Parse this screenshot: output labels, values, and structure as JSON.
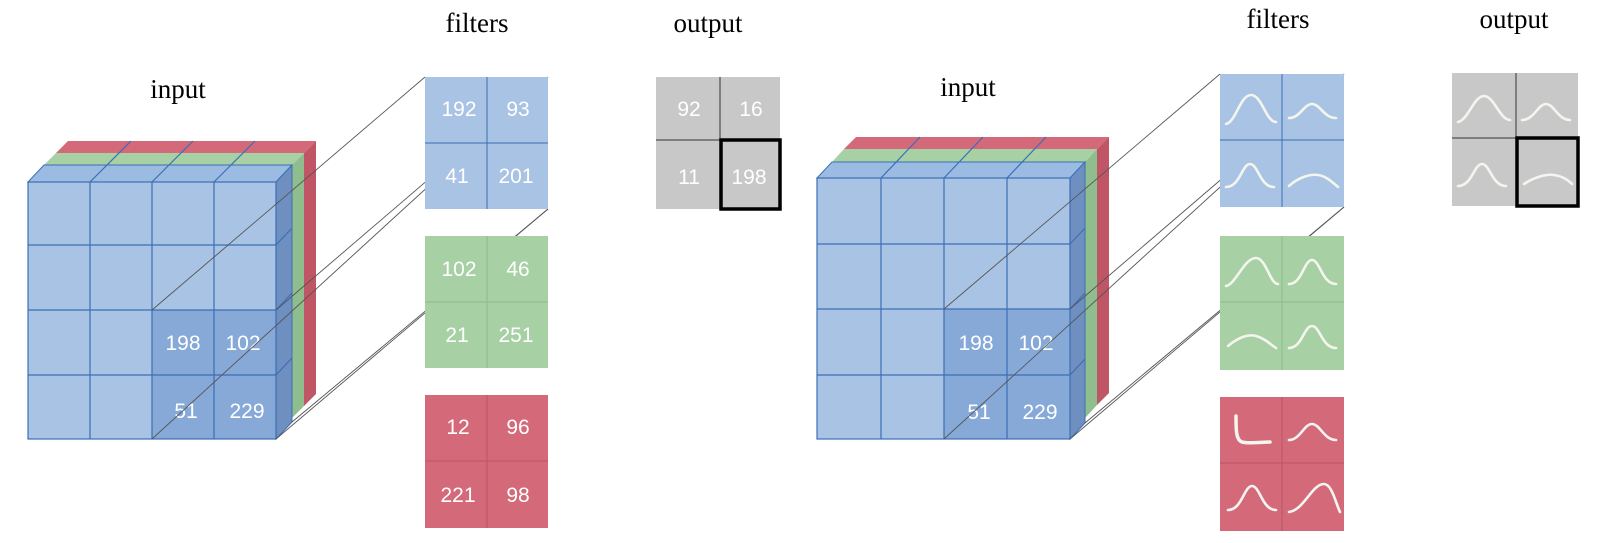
{
  "labels": {
    "input": "input",
    "filters": "filters",
    "output": "output"
  },
  "colors": {
    "blue_face": "#a8c3e3",
    "blue_dark": "#86a9d8",
    "blue_side": "#6f8fc0",
    "blue_line": "#3b6fb5",
    "green": "#a7d0a5",
    "red": "#d4697a",
    "gray": "#c8c8c8",
    "curve": "#f5f5ef"
  },
  "panel_left": {
    "input_values": [
      "198",
      "102",
      "51",
      "229"
    ],
    "filters": [
      {
        "channel": "blue",
        "values": [
          "192",
          "93",
          "41",
          "201"
        ]
      },
      {
        "channel": "green",
        "values": [
          "102",
          "46",
          "21",
          "251"
        ]
      },
      {
        "channel": "red",
        "values": [
          "12",
          "96",
          "221",
          "98"
        ]
      }
    ],
    "output_values": [
      "92",
      "16",
      "11",
      "198"
    ]
  },
  "panel_right": {
    "input_values": [
      "198",
      "102",
      "51",
      "229"
    ],
    "filter_glyphs": [
      {
        "channel": "blue",
        "cells": [
          "wide-bell",
          "small-bell",
          "narrow-bell",
          "flat-arc"
        ]
      },
      {
        "channel": "green",
        "cells": [
          "wide-bell",
          "narrow-bell",
          "flat-arc",
          "narrow-bell"
        ]
      },
      {
        "channel": "red",
        "cells": [
          "spike-left",
          "small-bell",
          "narrow-bell",
          "wide-bell"
        ]
      }
    ],
    "output_glyphs": [
      "wide-bell",
      "small-bell",
      "narrow-bell",
      "flat-arc"
    ]
  }
}
